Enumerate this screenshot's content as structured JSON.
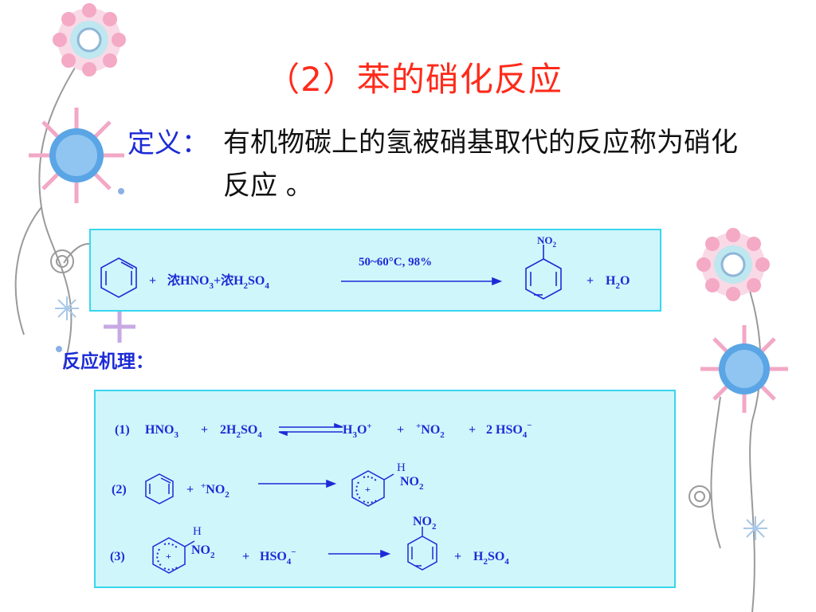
{
  "slide": {
    "title": "（2）苯的硝化反应",
    "definition_label": "定义：",
    "definition_text": "有机物碳上的氢被硝基取代的反应称为硝化反应 。",
    "mechanism_title": "反应机理："
  },
  "reaction": {
    "plus1": "+",
    "reagents": "浓HNO",
    "reagents_sub1": "3",
    "reagents_mid": "+浓H",
    "reagents_sub2": "2",
    "reagents_so": "SO",
    "reagents_sub3": "4",
    "condition": "50~60°C,   98%",
    "product_group": "NO",
    "product_group_sub": "2",
    "plus2": "+",
    "byproduct": "H",
    "byproduct_sub": "2",
    "byproduct_o": "O"
  },
  "mechanism": {
    "step1": {
      "num": "(1)",
      "a": "HNO",
      "a_sub": "3",
      "plus1": "+",
      "b": "2H",
      "b_sub": "2",
      "b2": "SO",
      "b2_sub": "4",
      "c": "H",
      "c_sub": "3",
      "c2": "O",
      "c_sup": "+",
      "plus2": "+",
      "d_sup": "+",
      "d": "NO",
      "d_sub": "2",
      "plus3": "+",
      "e": "2 HSO",
      "e_sub": "4",
      "e_sup": "−"
    },
    "step2": {
      "num": "(2)",
      "plus": "+",
      "reagent_sup": "+",
      "reagent": "NO",
      "reagent_sub": "2",
      "inter_h": "H",
      "inter_group": "NO",
      "inter_group_sub": "2",
      "inter_plus": "+"
    },
    "step3": {
      "num": "(3)",
      "inter_h": "H",
      "inter_group": "NO",
      "inter_group_sub": "2",
      "inter_plus": "+",
      "plus1": "+",
      "reagent": "HSO",
      "reagent_sub": "4",
      "reagent_sup": "−",
      "product_group": "NO",
      "product_group_sub": "2",
      "plus2": "+",
      "byproduct": "H",
      "byproduct_sub": "2",
      "byproduct2": "SO",
      "byproduct2_sub": "4"
    }
  },
  "colors": {
    "title": "#ff2a1a",
    "accent_blue": "#1c2bd6",
    "box_fill": "#cff6fb",
    "box_border": "#39d6ee"
  }
}
